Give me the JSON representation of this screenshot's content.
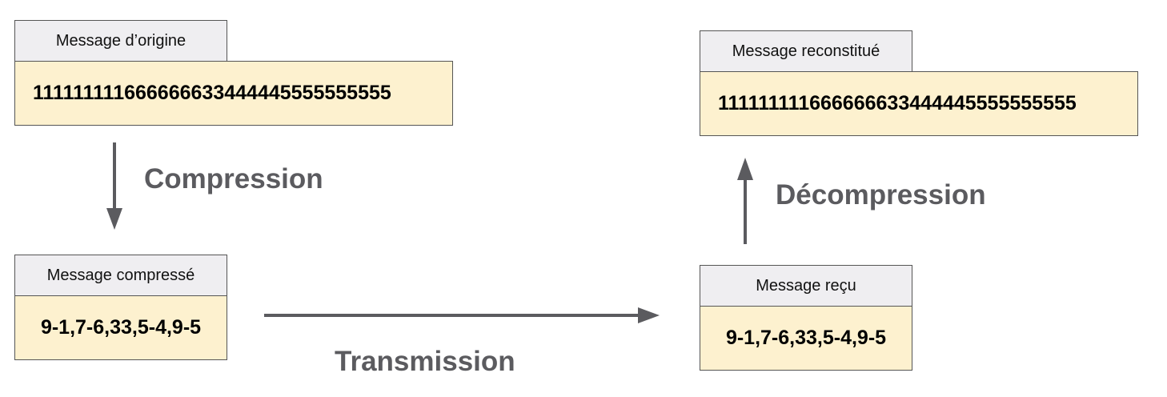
{
  "colors": {
    "tab_bg": "#efeef1",
    "box_bg": "#fdf1cf",
    "border": "#555555",
    "arrow": "#5b5b5f"
  },
  "original": {
    "tab_label": "Message d’origine",
    "content": "111111111666666633444445555555555"
  },
  "compressed": {
    "tab_label": "Message compressé",
    "content": "9-1,7-6,33,5-4,9-5"
  },
  "received": {
    "tab_label": "Message reçu",
    "content": "9-1,7-6,33,5-4,9-5"
  },
  "reconstituted": {
    "tab_label": "Message reconstitué",
    "content": "111111111666666633444445555555555"
  },
  "steps": {
    "compression": "Compression",
    "transmission": "Transmission",
    "decompression": "Décompression"
  }
}
